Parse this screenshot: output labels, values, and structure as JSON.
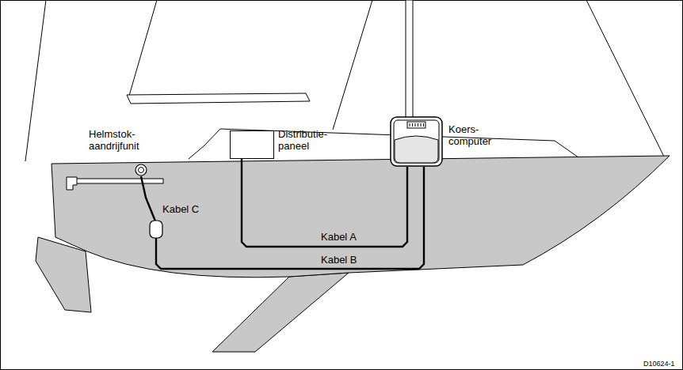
{
  "diagram": {
    "nodes": [
      {
        "text": [
          "Helmstok- aandrijfunit"
        ]
      },
      {
        "text": [
          "Distributie- paneel"
        ]
      },
      {
        "text": [
          "Koers- computer"
        ]
      }
    ],
    "edges": [
      {
        "from": 1,
        "to": 2,
        "arrow": "none",
        "label": "Kabel A"
      },
      {
        "from": 2,
        "to": 0,
        "arrow": "none",
        "label": "Kabel B"
      }
    ],
    "labels": [
      "Kabel C",
      "D10624-1"
    ]
  }
}
